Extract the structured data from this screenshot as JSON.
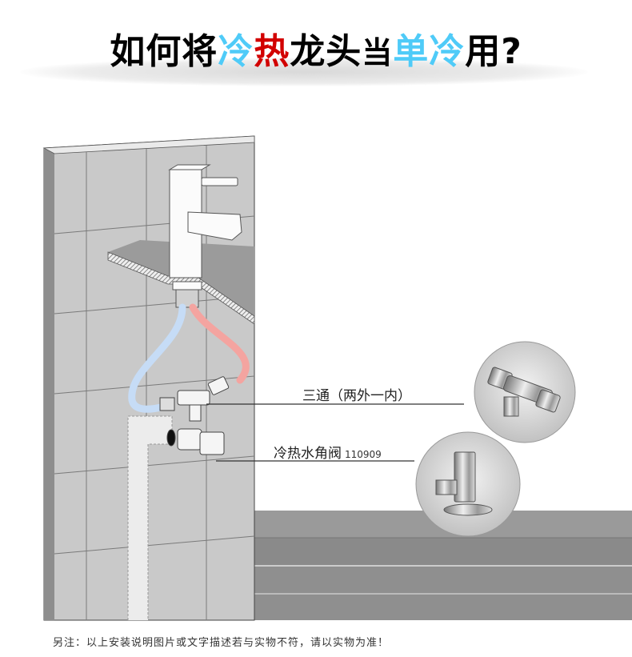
{
  "title": {
    "parts": [
      {
        "text": "如何将",
        "color": "#000000"
      },
      {
        "text": "冷",
        "color": "#4fcbf8"
      },
      {
        "text": "热",
        "color": "#d20000"
      },
      {
        "text": "龙头",
        "color": "#000000"
      },
      {
        "text": "当",
        "color": "#000000"
      },
      {
        "text": "单冷",
        "color": "#4fcbf8"
      },
      {
        "text": "用?",
        "color": "#000000"
      }
    ]
  },
  "callouts": {
    "tee": {
      "label": "三通（两外一内）"
    },
    "angle_valve": {
      "label": "冷热水角阀",
      "code": "110909"
    }
  },
  "hoses": {
    "cold_color": "#c6dcf6",
    "hot_color": "#f4a4a0"
  },
  "footer_note": "另注：以上安装说明图片或文字描述若与实物不符，请以实物为准！"
}
